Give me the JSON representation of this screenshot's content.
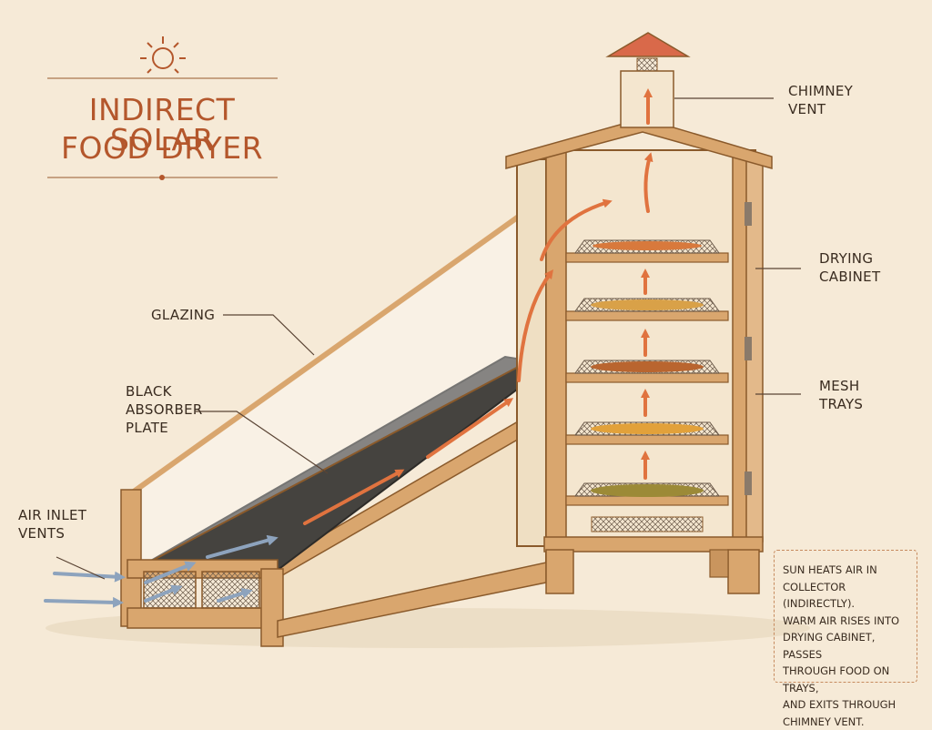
{
  "title": {
    "line1": "INDIRECT SOLAR",
    "line2": "FOOD DRYER"
  },
  "labels": {
    "chimney_vent": {
      "line1": "CHIMNEY",
      "line2": "VENT"
    },
    "drying_cabinet": {
      "line1": "DRYING",
      "line2": "CABINET"
    },
    "glazing": {
      "line1": "GLAZING"
    },
    "absorber": {
      "line1": "BLACK",
      "line2": "ABSORBER",
      "line3": "PLATE"
    },
    "mesh_trays": {
      "line1": "MESH",
      "line2": "TRAYS"
    },
    "air_inlet": {
      "line1": "AIR INLET",
      "line2": "VENTS"
    }
  },
  "note": {
    "lines": [
      "SUN HEATS AIR IN",
      "COLLECTOR (INDIRECTLY).",
      "WARM AIR RISES INTO",
      "DRYING CABINET, PASSES",
      "THROUGH FOOD ON TRAYS,",
      "AND EXITS THROUGH",
      "CHIMNEY VENT."
    ]
  },
  "colors": {
    "background": "#f6ead7",
    "title": "#b4572c",
    "wood": "#d9a66e",
    "wood_outline": "#8a5a2b",
    "absorber": "#45433f",
    "warm_arrow": "#e0733f",
    "cool_arrow": "#8da3bd",
    "roof": "#d9694a"
  },
  "icons": {
    "sun": "sun-icon"
  }
}
